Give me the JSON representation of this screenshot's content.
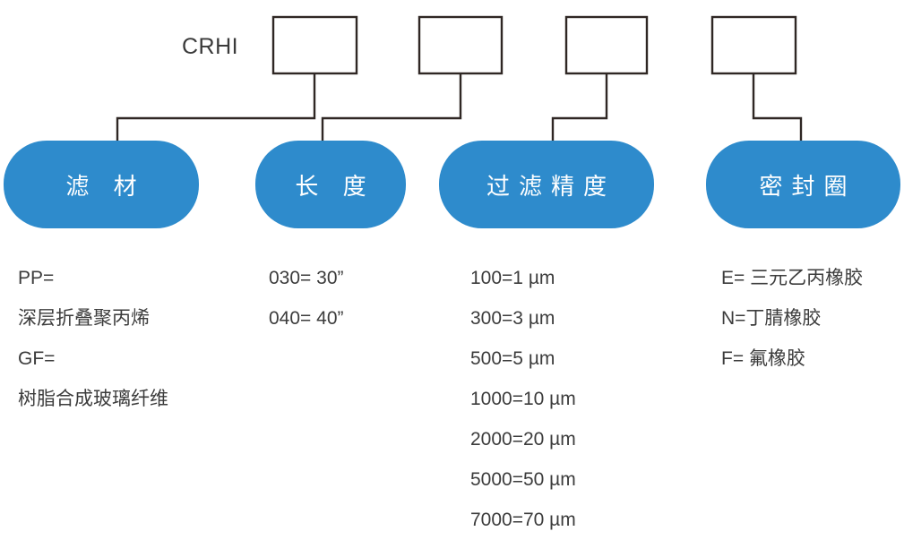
{
  "diagram": {
    "title_prefix": "CRHI",
    "accent_color": "#2e8bcc",
    "line_color": "#2f2724",
    "text_color": "#3c3c3c",
    "code_boxes": [
      {
        "name": "code-box-1",
        "value": ""
      },
      {
        "name": "code-box-2",
        "value": ""
      },
      {
        "name": "code-box-3",
        "value": ""
      },
      {
        "name": "code-box-4",
        "value": ""
      }
    ],
    "categories": [
      {
        "label": "滤 材",
        "options": [
          "PP=",
          "深层折叠聚丙烯",
          "GF=",
          "树脂合成玻璃纤维"
        ]
      },
      {
        "label": "长 度",
        "options": [
          "030= 30”",
          "040= 40”"
        ]
      },
      {
        "label": "过滤精度",
        "options": [
          "100=1 µm",
          "300=3 µm",
          "500=5 µm",
          "1000=10 µm",
          "2000=20 µm",
          "5000=50 µm",
          "7000=70 µm"
        ]
      },
      {
        "label": "密封圈",
        "options": [
          "E= 三元乙丙橡胶",
          "N=丁腈橡胶",
          "F= 氟橡胶"
        ]
      }
    ]
  }
}
